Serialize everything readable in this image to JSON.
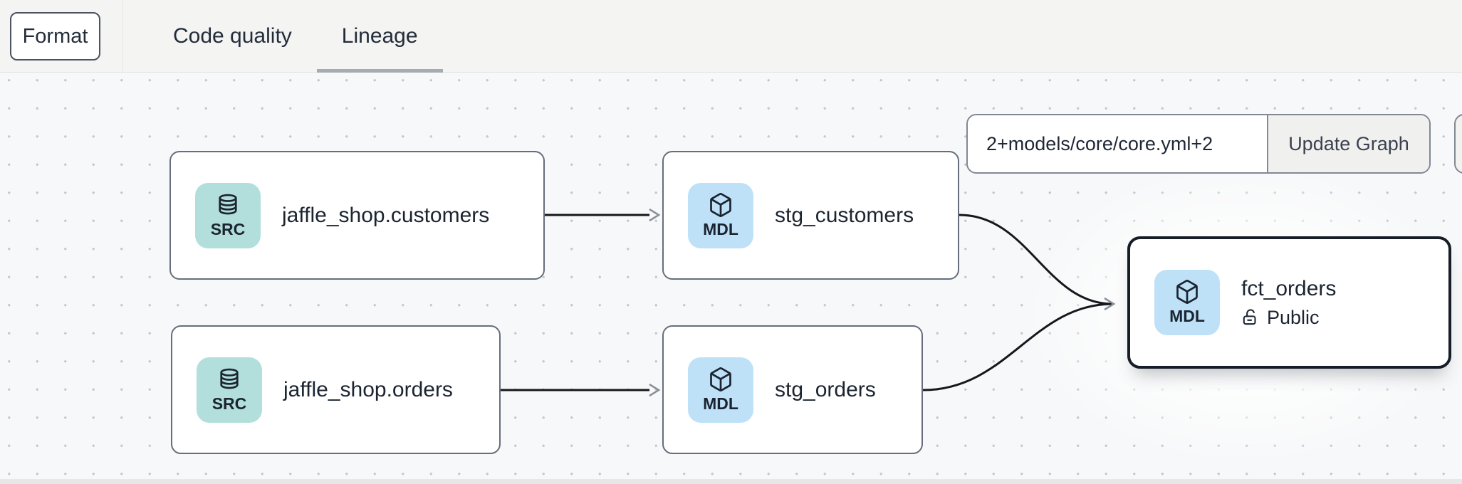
{
  "toolbar": {
    "format_button": "Format",
    "tabs": [
      {
        "label": "Code quality",
        "active": false
      },
      {
        "label": "Lineage",
        "active": true
      }
    ]
  },
  "lineage_controls": {
    "selector_input_value": "2+models/core/core.yml+2",
    "update_graph_button": "Update Graph"
  },
  "graph": {
    "nodes": [
      {
        "id": "source-jaffle-shop-customers",
        "badge": "SRC",
        "icon": "database-icon",
        "label": "jaffle_shop.customers",
        "selected": false
      },
      {
        "id": "model-stg-customers",
        "badge": "MDL",
        "icon": "cube-icon",
        "label": "stg_customers",
        "selected": false
      },
      {
        "id": "source-jaffle-shop-orders",
        "badge": "SRC",
        "icon": "database-icon",
        "label": "jaffle_shop.orders",
        "selected": false
      },
      {
        "id": "model-stg-orders",
        "badge": "MDL",
        "icon": "cube-icon",
        "label": "stg_orders",
        "selected": false
      },
      {
        "id": "model-fct-orders",
        "badge": "MDL",
        "icon": "cube-icon",
        "label": "fct_orders",
        "access": "Public",
        "access_icon": "unlock-icon",
        "selected": true
      }
    ],
    "edges": [
      {
        "from": "source-jaffle-shop-customers",
        "to": "model-stg-customers"
      },
      {
        "from": "source-jaffle-shop-orders",
        "to": "model-stg-orders"
      },
      {
        "from": "model-stg-customers",
        "to": "model-fct-orders"
      },
      {
        "from": "model-stg-orders",
        "to": "model-fct-orders"
      }
    ]
  },
  "colors": {
    "source_badge_bg": "#b2dfdc",
    "model_badge_bg": "#bee1f8",
    "text_dark": "#1b2430",
    "node_border": "#666e7c",
    "selected_node_border": "#171d27",
    "edge_line": "#14171c",
    "edge_arrowhead": "#8b9199",
    "active_tab_underline": "#a6abb2",
    "canvas_background": "#f7f8f9",
    "toolbar_background": "#f4f4f3"
  }
}
